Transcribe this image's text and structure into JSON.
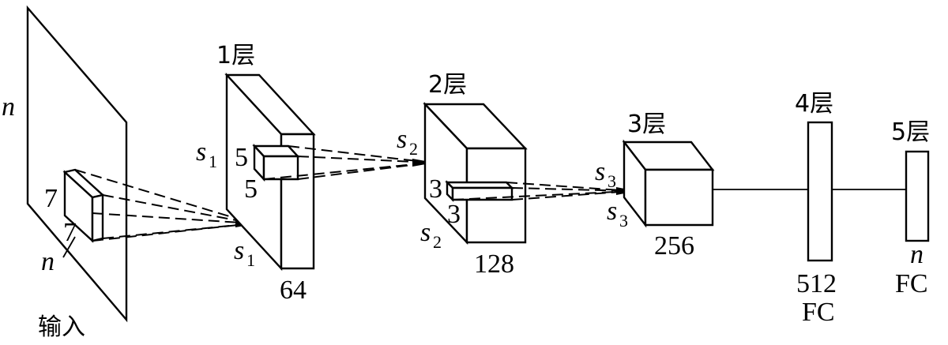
{
  "input": {
    "label": "输入",
    "dim_top": "n",
    "dim_bottom": "n",
    "kernel_h": "7",
    "kernel_w": "7"
  },
  "layer1": {
    "label": "1层",
    "stride_var": "s",
    "stride_sub": "1",
    "kernel_h": "5",
    "kernel_w": "5",
    "depth": "64"
  },
  "layer2": {
    "label": "2层",
    "stride_var": "s",
    "stride_sub": "2",
    "kernel_h": "3",
    "kernel_w": "3",
    "depth": "128"
  },
  "layer3": {
    "label": "3层",
    "stride_var": "s",
    "stride_sub": "3",
    "depth": "256"
  },
  "layer4": {
    "label": "4层",
    "units": "512",
    "type": "FC"
  },
  "layer5": {
    "label": "5层",
    "units": "n",
    "type": "FC"
  }
}
